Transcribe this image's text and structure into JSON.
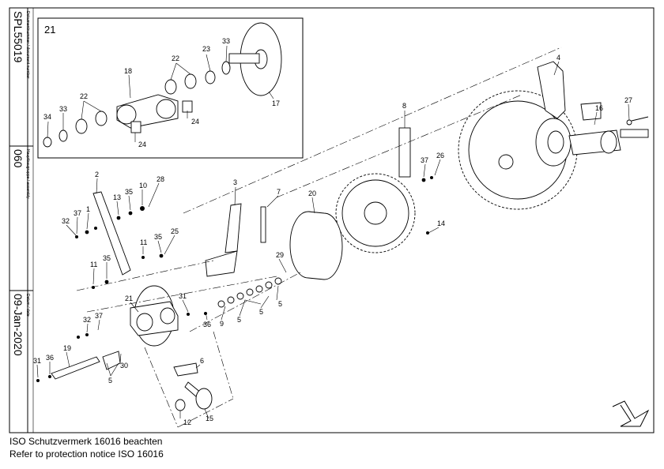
{
  "title_block": {
    "document_label": "Dokumentnummer / document number",
    "document_number": "SPL55019",
    "assembly_label": "Hauptbaugruppe / assembly",
    "assembly_number": "060",
    "date_label": "Datum / date",
    "date_value": "09-Jan-2020"
  },
  "inset": {
    "label": "21"
  },
  "part_labels": {
    "p4": "4",
    "p8": "8",
    "p16": "16",
    "p27": "27",
    "p37a": "37",
    "p26": "26",
    "p14": "14",
    "p20": "20",
    "p3": "3",
    "p7": "7",
    "p2": "2",
    "p13": "13",
    "p35a": "35",
    "p10": "10",
    "p28": "28",
    "p1": "1",
    "p37b": "37",
    "p32a": "32",
    "p11a": "11",
    "p35b": "35",
    "p25": "25",
    "p11b": "11",
    "p35c": "35",
    "p29": "29",
    "p21": "21",
    "p31a": "31",
    "p32b": "32",
    "p37c": "37",
    "p36a": "36",
    "p9": "9",
    "p5a": "5",
    "p5b": "5",
    "p5c": "5",
    "p19": "19",
    "p31b": "31",
    "p36b": "36",
    "p5d": "5",
    "p30": "30",
    "p6": "6",
    "p12": "12",
    "p15": "15",
    "i33a": "33",
    "i23": "23",
    "i22a": "22",
    "i18": "18",
    "i22b": "22",
    "i33b": "33",
    "i34": "34",
    "i24a": "24",
    "i24b": "24",
    "i17": "17"
  },
  "notice": {
    "line_de": "ISO Schutzvermerk 16016 beachten",
    "line_en": "Refer to protection notice ISO 16016"
  },
  "icons": {
    "direction": "direction-arrow-icon"
  }
}
